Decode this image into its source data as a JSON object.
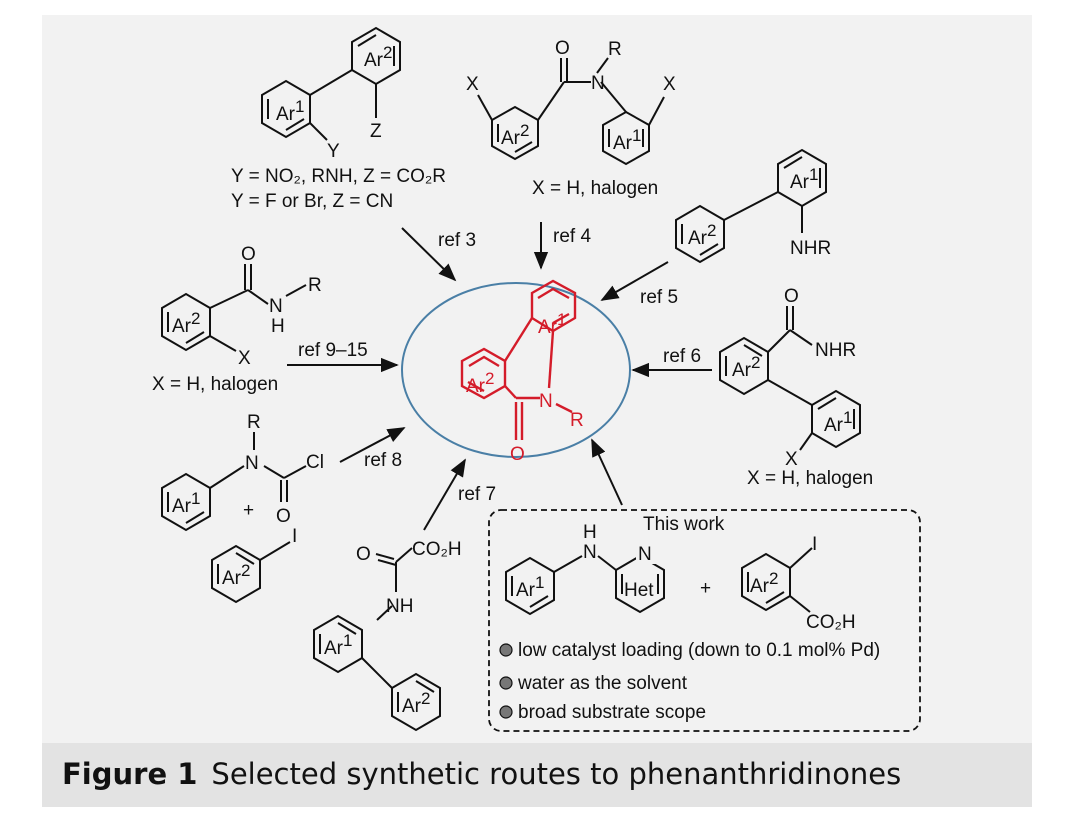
{
  "figure": {
    "label": "Figure 1",
    "title": "Selected synthetic routes to phenanthridinones"
  },
  "colors": {
    "product": "#d41c2a",
    "ellipse": "#4a7fa6",
    "panel": "#f2f2f2",
    "caption_bar": "#e3e3e3"
  },
  "atoms": {
    "ar1": "Ar",
    "ar2": "Ar",
    "sup1": "1",
    "sup2": "2",
    "het": "Het",
    "n": "N",
    "h": "H",
    "o": "O",
    "r": "R",
    "x": "X",
    "y": "Y",
    "z": "Z",
    "i": "I",
    "cl": "Cl",
    "nh": "NH",
    "nhr": "NHR",
    "co2h": "CO₂H"
  },
  "routes": {
    "ref3": {
      "ref": "ref 3",
      "cond1": "Y = NO₂, RNH,  Z = CO₂R",
      "cond2": "Y = F or Br,  Z = CN"
    },
    "ref4": {
      "ref": "ref 4",
      "cond": "X = H, halogen"
    },
    "ref5": {
      "ref": "ref 5"
    },
    "ref6": {
      "ref": "ref 6",
      "cond": "X = H, halogen"
    },
    "ref7": {
      "ref": "ref 7"
    },
    "ref8": {
      "ref": "ref 8",
      "plus": "+"
    },
    "ref9_15": {
      "ref": "ref 9–15",
      "cond": "X = H, halogen"
    }
  },
  "this_work": {
    "title": "This work",
    "plus": "+",
    "features": [
      "low catalyst loading (down to 0.1 mol% Pd)",
      "water as the solvent",
      "broad substrate scope"
    ]
  }
}
